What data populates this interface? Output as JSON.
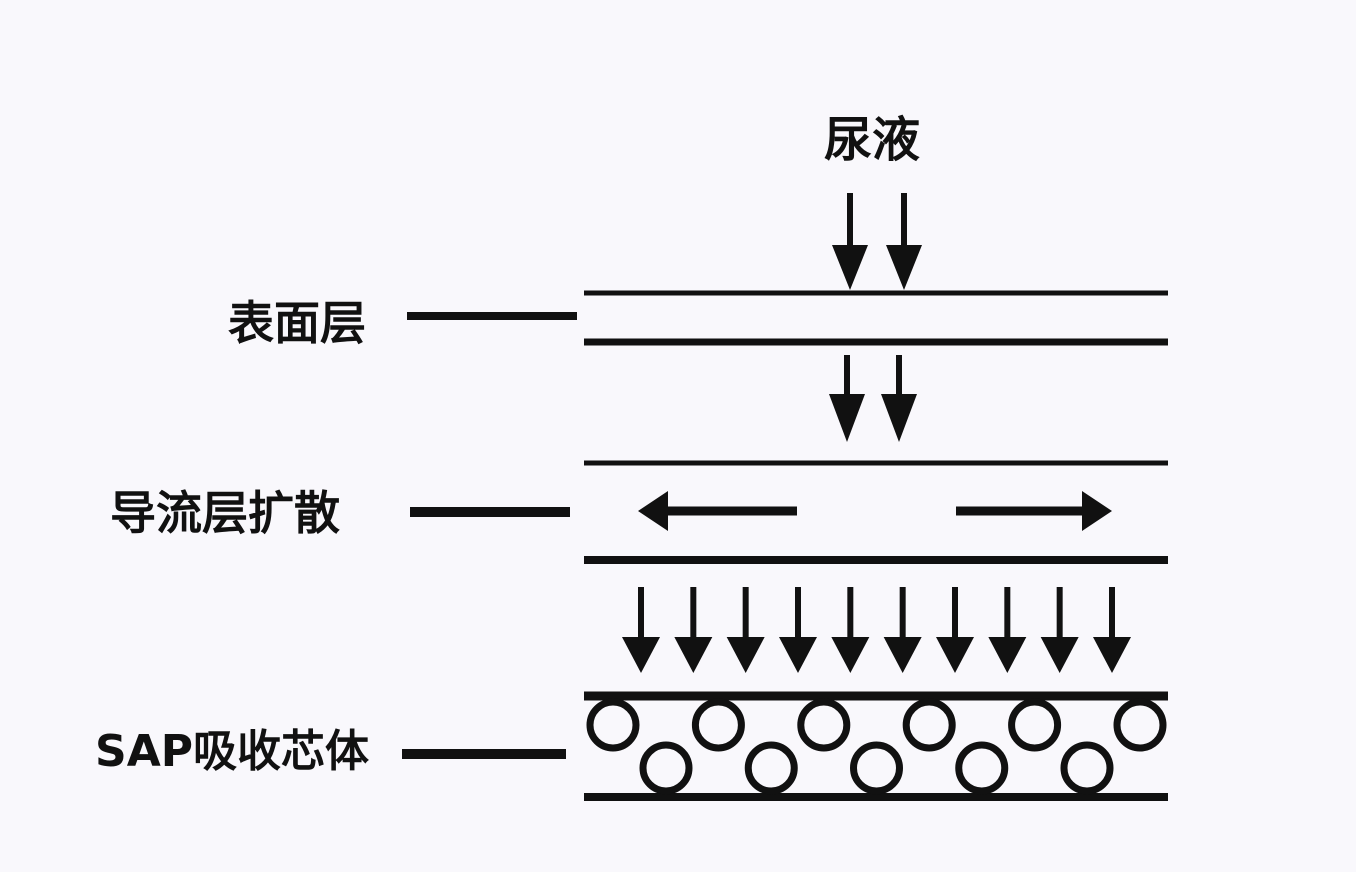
{
  "diagram": {
    "type": "layered-absorption-flow",
    "colors": {
      "background": "#f9f8fc",
      "ink": "#111111"
    },
    "input": {
      "label": "尿液",
      "arrow_count": 2,
      "direction": "down"
    },
    "layers": [
      {
        "id": "surface",
        "label": "表面层",
        "description": "surface layer; liquid passes straight through",
        "arrows_below": {
          "count": 2,
          "direction": "down"
        }
      },
      {
        "id": "diversion",
        "label": "导流层扩散",
        "description": "diversion layer; liquid spreads laterally",
        "lateral_arrows": [
          "left",
          "right"
        ],
        "arrows_below": {
          "count": 10,
          "direction": "down"
        }
      },
      {
        "id": "sap-core",
        "label": "SAP吸收芯体",
        "description": "SAP absorbent core with particles",
        "particles": {
          "top_row": 6,
          "bottom_row": 5
        }
      }
    ]
  }
}
